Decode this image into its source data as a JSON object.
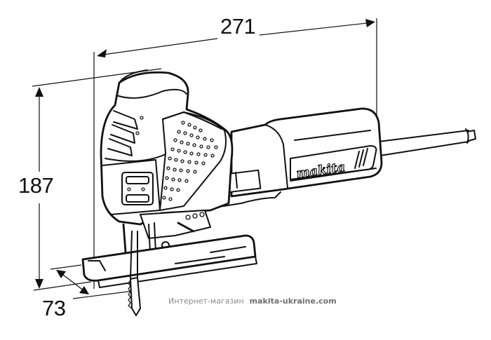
{
  "drawing": {
    "subject": "Makita jigsaw",
    "brand_logo": "makita",
    "dimensions": {
      "length": "271",
      "height": "187",
      "width": "73"
    }
  },
  "watermark": {
    "shop_label": "Интернет-магазин",
    "site": "makita-ukraine.com"
  },
  "colors": {
    "line": "#111111",
    "background": "#ffffff",
    "watermark": "#8a8a8a"
  }
}
